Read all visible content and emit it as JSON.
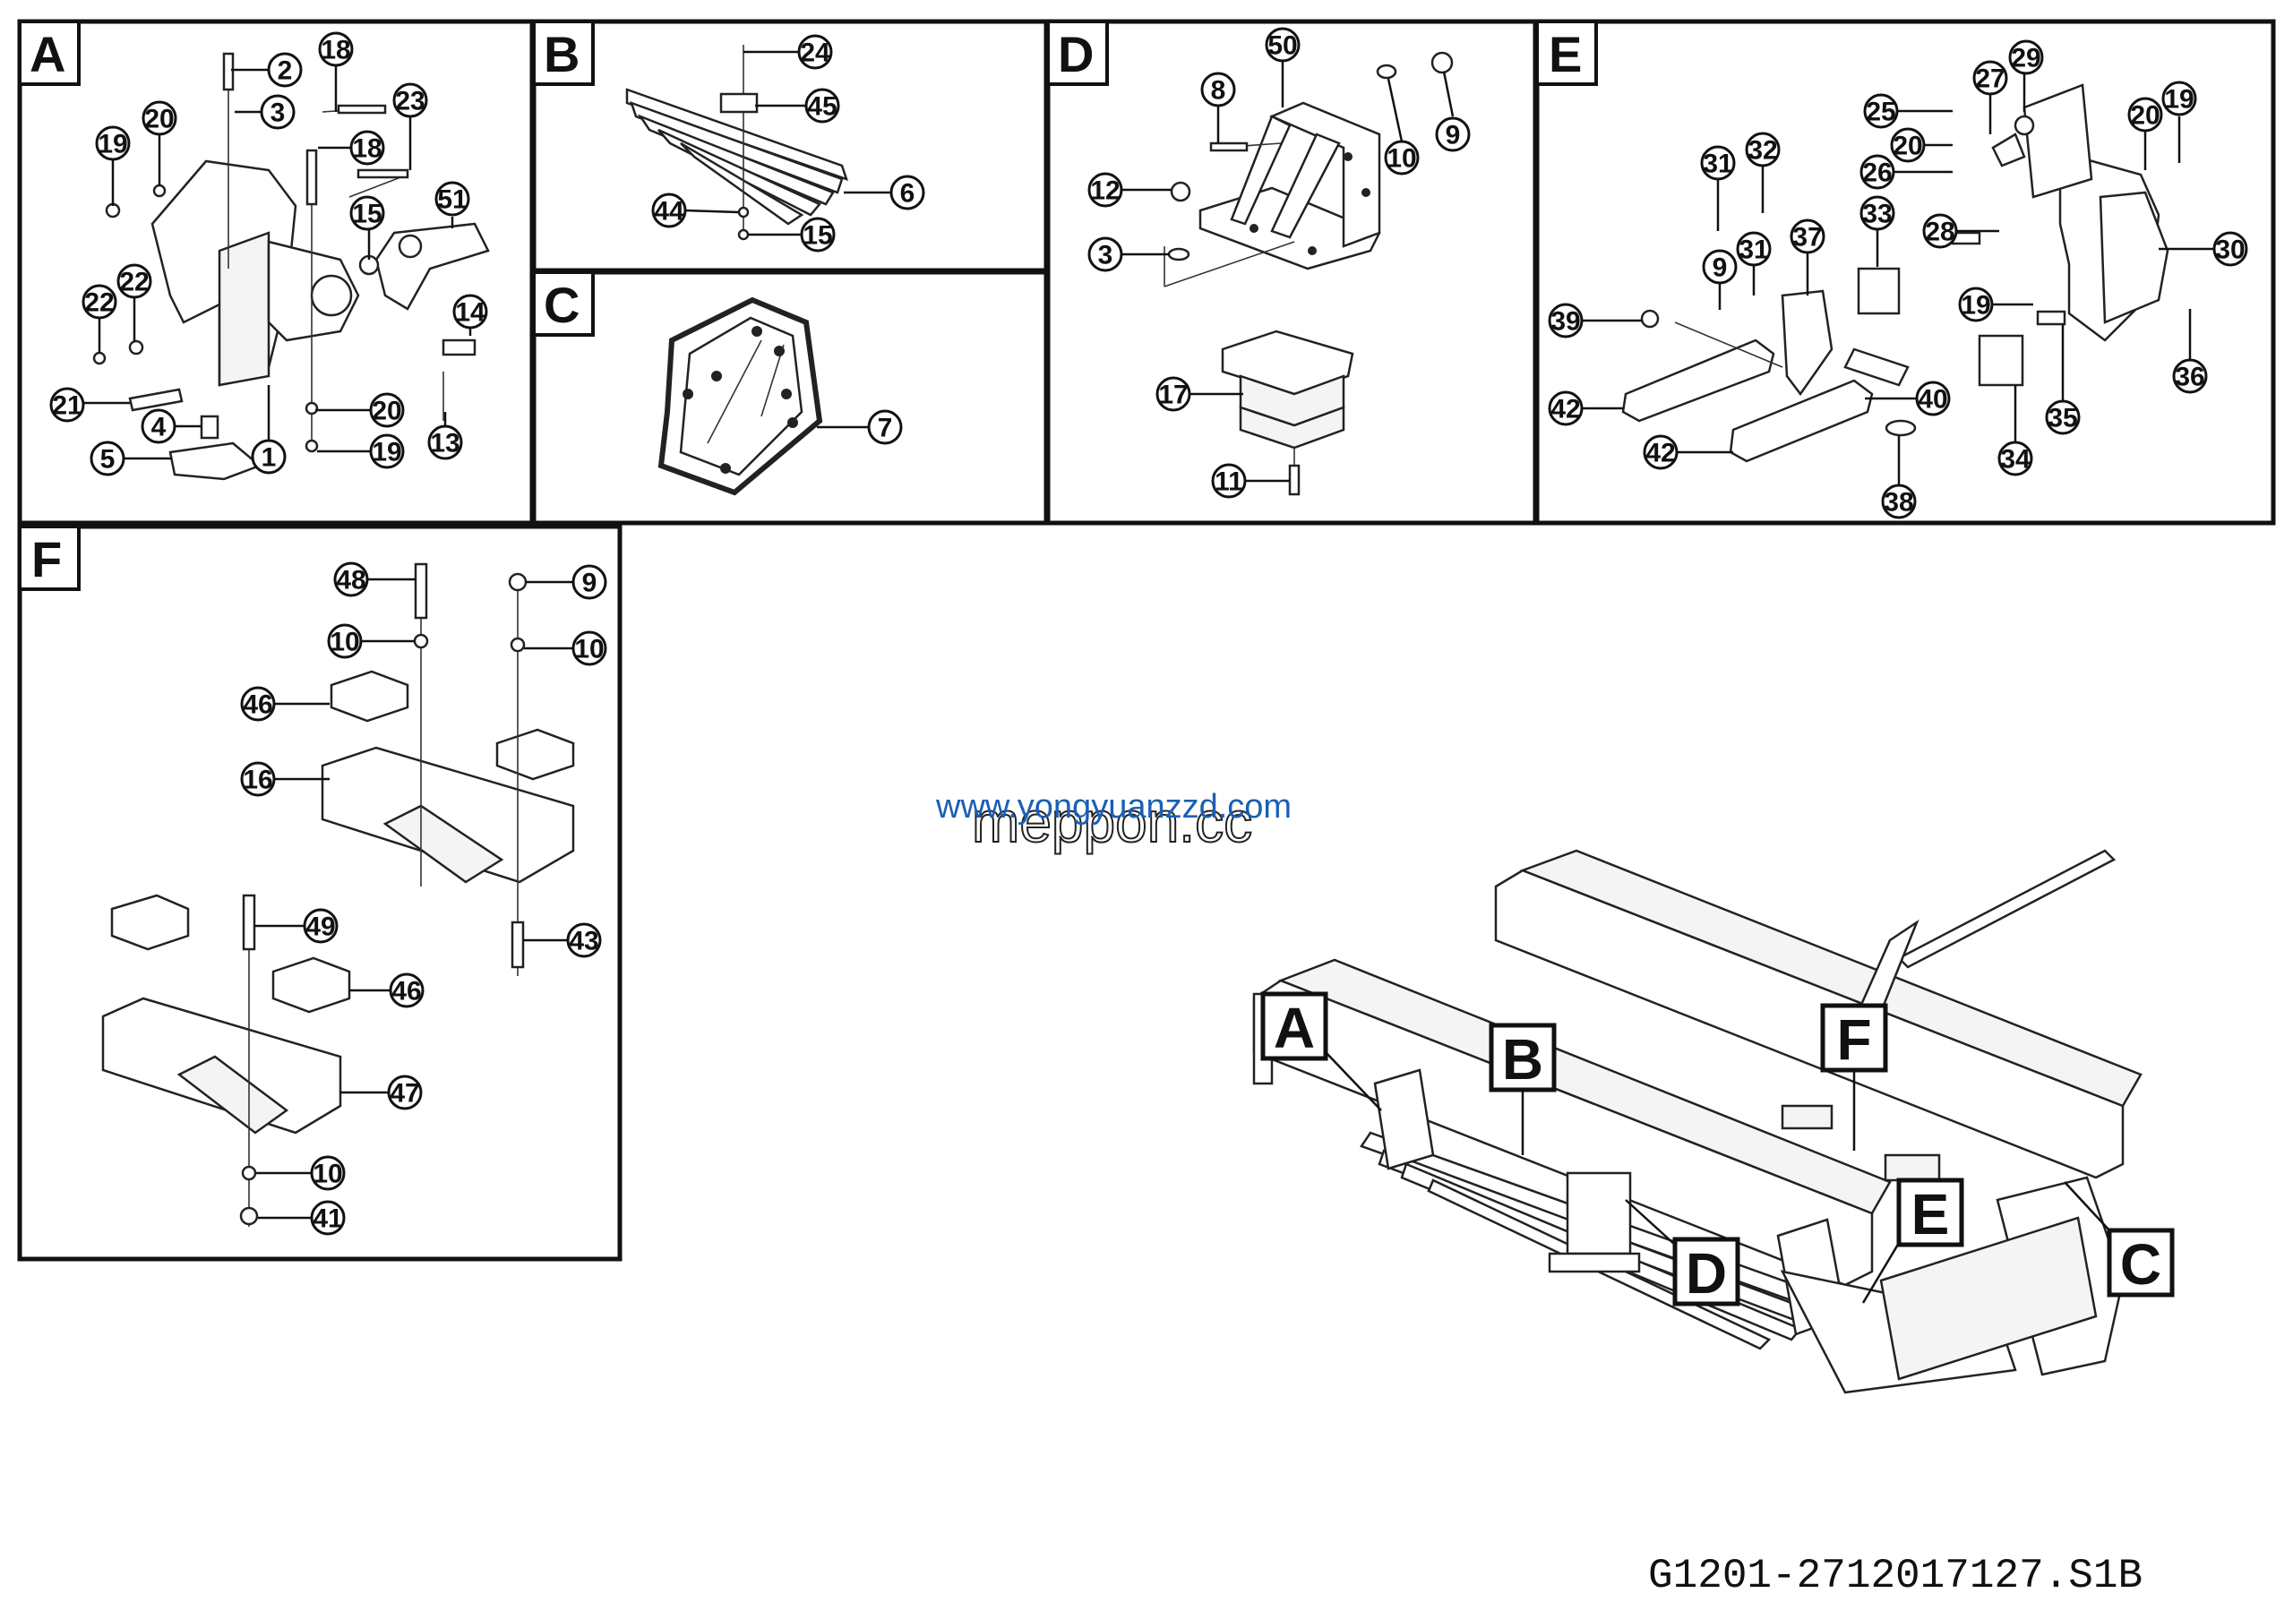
{
  "panels": {
    "A": {
      "label": "A",
      "callouts": [
        "2",
        "18",
        "3",
        "19",
        "20",
        "23",
        "18",
        "15",
        "51",
        "22",
        "22",
        "14",
        "21",
        "4",
        "20",
        "5",
        "1",
        "19",
        "13"
      ]
    },
    "B": {
      "label": "B",
      "callouts": [
        "24",
        "45",
        "6",
        "44",
        "15"
      ]
    },
    "C": {
      "label": "C",
      "callouts": [
        "7"
      ]
    },
    "D": {
      "label": "D",
      "callouts": [
        "50",
        "8",
        "9",
        "10",
        "12",
        "3",
        "17",
        "11"
      ]
    },
    "E": {
      "label": "E",
      "callouts": [
        "29",
        "27",
        "25",
        "20",
        "19",
        "31",
        "32",
        "26",
        "33",
        "28",
        "37",
        "31",
        "9",
        "30",
        "19",
        "39",
        "42",
        "40",
        "36",
        "35",
        "42",
        "34",
        "38"
      ]
    },
    "F": {
      "label": "F",
      "callouts": [
        "48",
        "9",
        "10",
        "10",
        "46",
        "16",
        "43",
        "49",
        "46",
        "47",
        "10",
        "41"
      ]
    }
  },
  "overview_tags": [
    "A",
    "B",
    "F",
    "E",
    "D",
    "C"
  ],
  "watermark": {
    "line1": "www.yongyuanzzd.com",
    "line2": "meppon.cc"
  },
  "drawing_code": "G1201-2712017127.S1B"
}
